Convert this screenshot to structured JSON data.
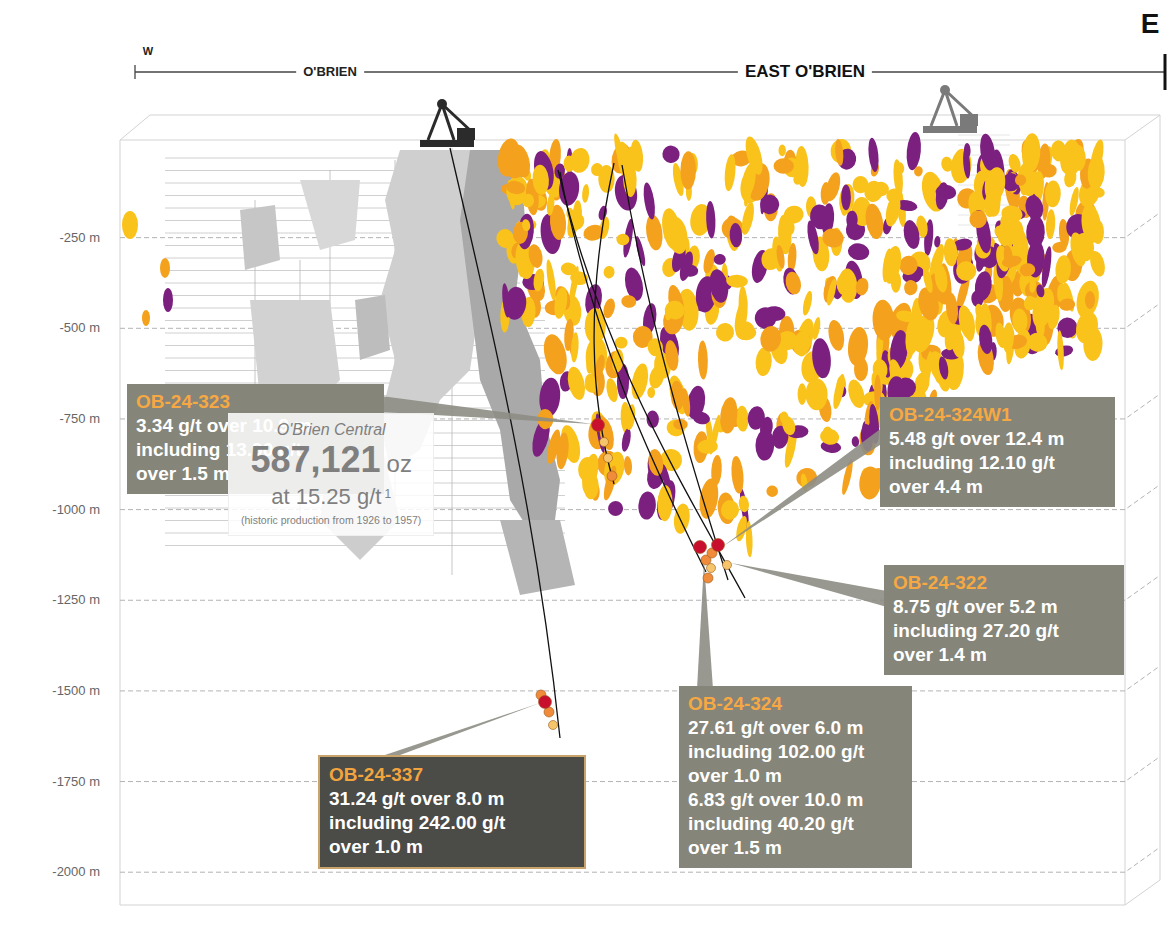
{
  "diagram": {
    "nodes": [
      {
        "text": [
          "OB-24-323",
          "3.34 g/t over 10.9 m including 13.90 g/t over 1.5 m"
        ]
      },
      {
        "text": [
          "OB-24-324W1",
          "5.48 g/t over 12.4 m including 12.10 g/t over 4.4 m"
        ]
      },
      {
        "text": [
          "O'Brien Central",
          "587,121",
          "oz",
          "at 15.25 g/t",
          "1",
          "(historic production from 1926 to 1957)"
        ]
      },
      {
        "text": [
          "OB-24-322",
          "8.75 g/t over 5.2 m including 27.20 g/t over 1.4 m"
        ]
      },
      {
        "text": [
          "OB-24-324",
          "27.61 g/t over 6.0 m including 102.00 g/t over 1.0 m",
          "6.83 g/t over 10.0 m including 40.20 g/t over 1.5 m"
        ]
      },
      {
        "text": [
          "OB-24-337",
          "31.24 g/t over 8.0 m including 242.00 g/t over 1.0 m"
        ]
      }
    ],
    "labels": [
      "W",
      "O'BRIEN",
      "EAST O'BRIEN",
      "E",
      "-250 m",
      "-500 m",
      "-750 m",
      "-1000 m",
      "-1250 m",
      "-1500 m",
      "-1750 m",
      "-2000 m"
    ]
  }
}
